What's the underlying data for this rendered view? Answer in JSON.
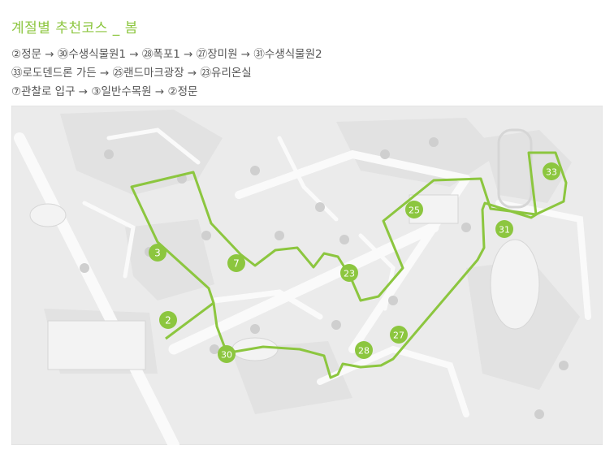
{
  "header": {
    "title": "계절별 추천코스 _ 봄"
  },
  "route_lines": [
    [
      "②정문 → ㉚수생식물원1 → ㉘폭포1 → ㉗장미원 → ㉛수생식물원2"
    ],
    [
      "㉝로도덴드론 가든 → ㉕랜드마크광장 → ㉓유리온실"
    ],
    [
      "⑦관찰로 입구 → ③일반수목원 → ②정문"
    ]
  ],
  "markers": [
    {
      "label": "3"
    },
    {
      "label": "7"
    },
    {
      "label": "2"
    },
    {
      "label": "30"
    },
    {
      "label": "23"
    },
    {
      "label": "28"
    },
    {
      "label": "27"
    },
    {
      "label": "25"
    },
    {
      "label": "31"
    },
    {
      "label": "33"
    }
  ],
  "colors": {
    "accent": "#8cc63f",
    "map_background": "#ececec",
    "map_paths": "#ffffff",
    "text": "#555555"
  }
}
